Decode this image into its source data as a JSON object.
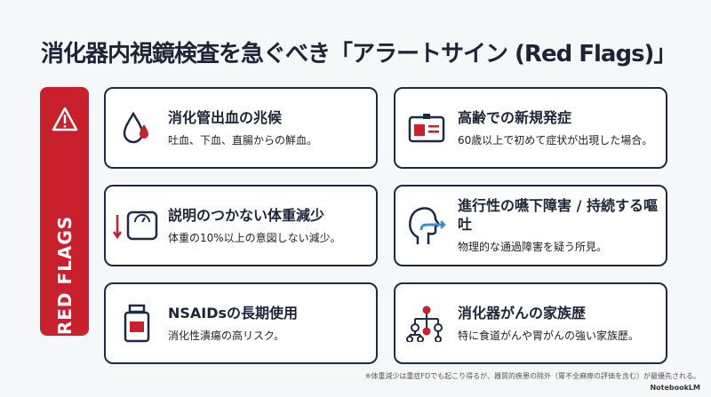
{
  "title": "消化器内視鏡検査を急ぐべき「アラートサイン (Red Flags)」",
  "sidebar": {
    "label": "RED FLAGS",
    "icon": "warning-icon"
  },
  "cards": [
    {
      "title": "消化管出血の兆候",
      "desc": "吐血、下血、直腸からの鮮血。",
      "icon": "blood-drop-icon"
    },
    {
      "title": "高齢での新規発症",
      "desc": "60歳以上で初めて症状が出現した場合。",
      "icon": "id-card-icon"
    },
    {
      "title": "説明のつかない体重減少",
      "desc": "体重の10%以上の意図しない減少。",
      "icon": "scale-icon"
    },
    {
      "title": "進行性の嚥下障害 / 持続する嘔吐",
      "desc": "物理的な通過障害を疑う所見。",
      "icon": "swallow-icon"
    },
    {
      "title": "NSAIDsの長期使用",
      "desc": "消化性潰瘍の高リスク。",
      "icon": "pill-bottle-icon"
    },
    {
      "title": "消化器がんの家族歴",
      "desc": "特に食道がんや胃がんの強い家族歴。",
      "icon": "family-tree-icon"
    }
  ],
  "footnote": "※体重減少は重症FDでも起こり得るが、器質的疾患の除外（胃不全麻痺の評価を含む）が最優先される。",
  "brand": "NotebookLM",
  "colors": {
    "accent": "#c8202c",
    "navy": "#1e2a44"
  }
}
